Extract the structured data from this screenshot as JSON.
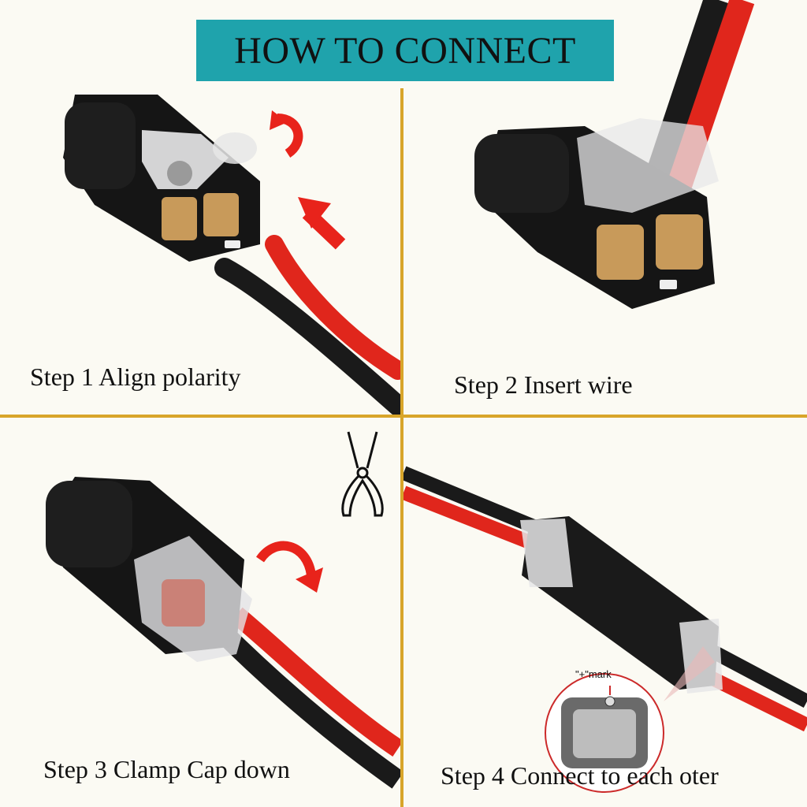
{
  "title": "HOW TO CONNECT",
  "steps": [
    {
      "label": "Step 1 Align polarity"
    },
    {
      "label": "Step 2 Insert wire"
    },
    {
      "label": "Step 3 Clamp Cap down"
    },
    {
      "label": "Step 4 Connect to each oter"
    }
  ],
  "inset": {
    "mark_label": "\"+\"mark"
  },
  "colors": {
    "banner": "#1fa3ac",
    "divider": "#d8a52a",
    "wire_red": "#e0261c",
    "wire_black": "#1a1a1a",
    "connector_black": "#151515",
    "contact_gold": "#c89a5a",
    "arrow_red": "#e8231b"
  }
}
